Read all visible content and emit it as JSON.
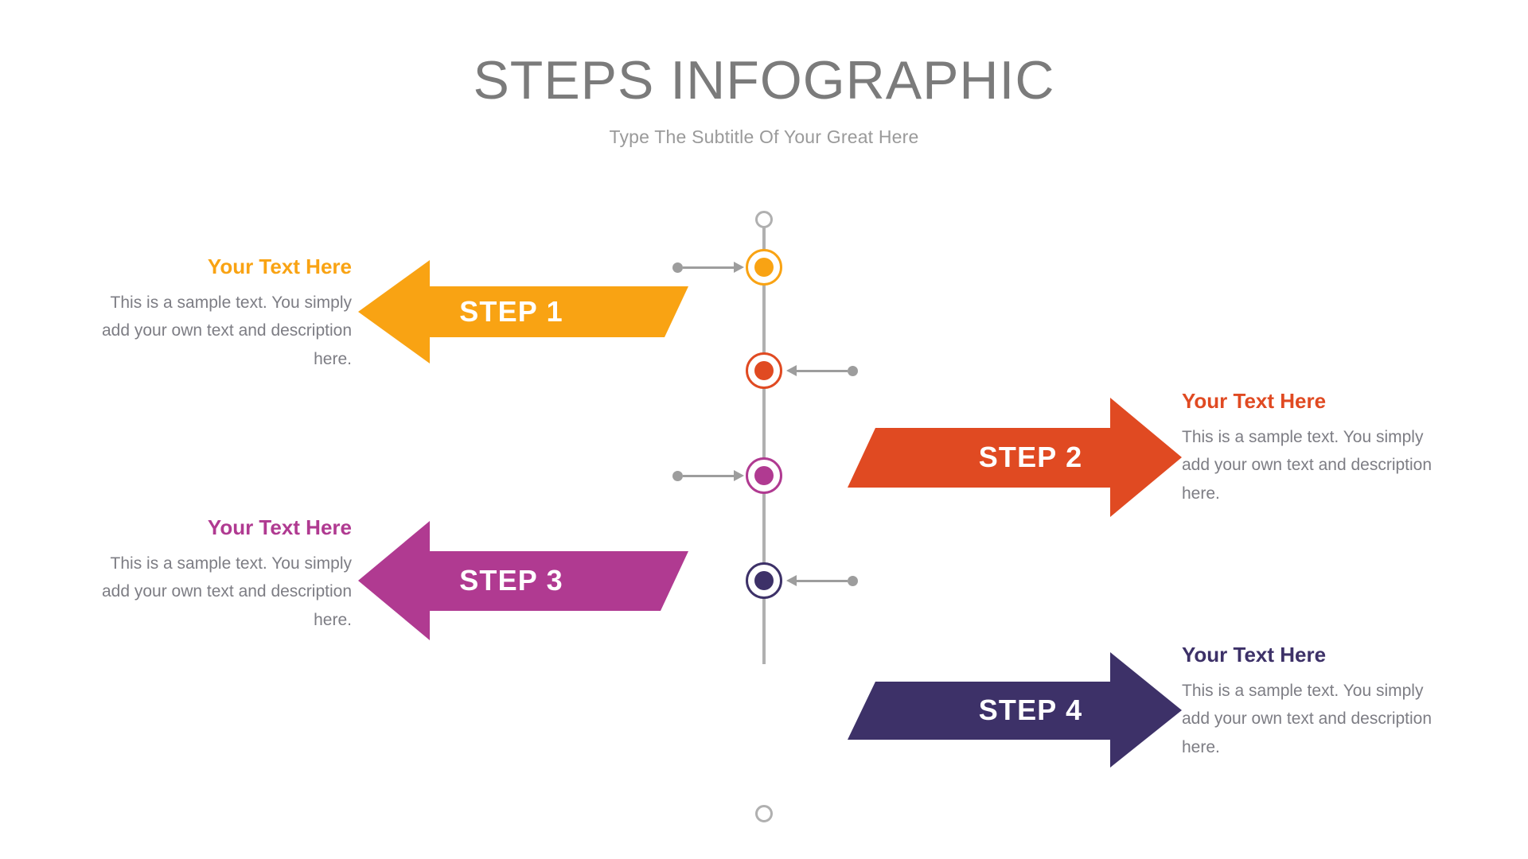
{
  "header": {
    "title": "STEPS INFOGRAPHIC",
    "subtitle": "Type The Subtitle Of Your Great Here",
    "title_color": "#7b7b7b",
    "subtitle_color": "#9a9a9a"
  },
  "timeline": {
    "line_color": "#b0b0b0",
    "connector_color": "#9d9d9d",
    "cap_top": "timeline-cap-top",
    "cap_bottom": "timeline-cap-bottom"
  },
  "steps": [
    {
      "id": "step-1",
      "arrow_label": "STEP 1",
      "side": "left",
      "color": "#F9A313",
      "heading": "Your Text Here",
      "body": "This is a sample text. You simply add your own text and description here."
    },
    {
      "id": "step-2",
      "arrow_label": "STEP 2",
      "side": "right",
      "color": "#E04A22",
      "heading": "Your Text Here",
      "body": "This is a sample text. You simply add your own text and description here."
    },
    {
      "id": "step-3",
      "arrow_label": "STEP 3",
      "side": "left",
      "color": "#B03A91",
      "heading": "Your Text Here",
      "body": "This is a sample text. You simply add your own text and description here."
    },
    {
      "id": "step-4",
      "arrow_label": "STEP 4",
      "side": "right",
      "color": "#3D3168",
      "heading": "Your Text Here",
      "body": "This is a sample text. You simply add your own text and description here."
    }
  ]
}
